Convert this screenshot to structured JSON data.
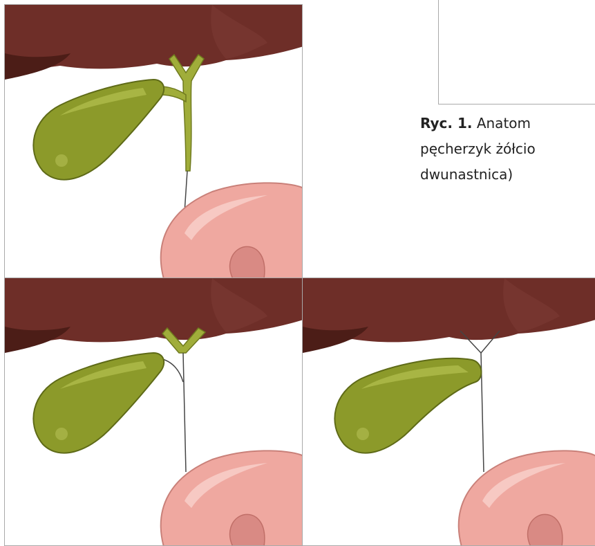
{
  "caption": {
    "label": "Ryc. 1.",
    "lines": [
      "Anatom",
      "pęcherzyk żółcio",
      "dwunastnica)"
    ]
  },
  "colors": {
    "liver": "#6e2e28",
    "liver_dark": "#4c1d17",
    "gallbladder": "#8c9a2a",
    "duodenum": "#efa8a0",
    "duodenum_inner": "#d98a84"
  },
  "panels": [
    {
      "id": "panel-1",
      "gallbladder": "normal",
      "ducts": "thick"
    },
    {
      "id": "panel-2",
      "gallbladder": "normal",
      "ducts": "partial"
    },
    {
      "id": "panel-3",
      "gallbladder": "normal",
      "ducts": "thin"
    }
  ]
}
